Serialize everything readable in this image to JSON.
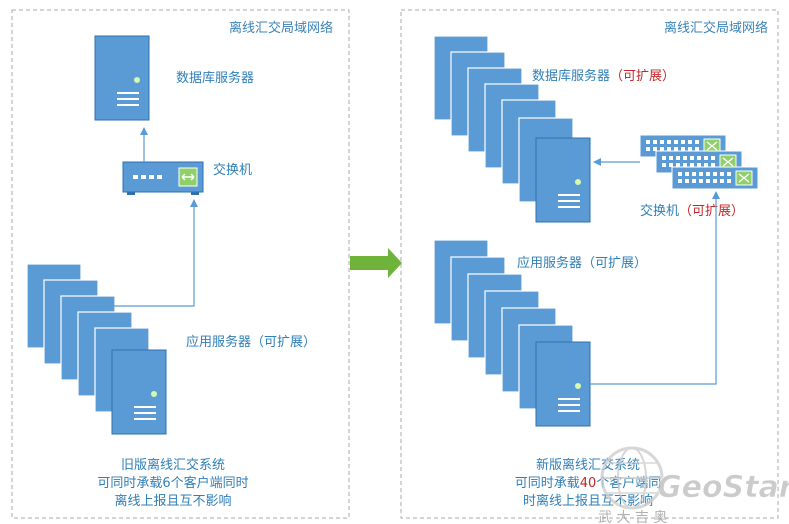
{
  "colors": {
    "panel_title": "#3b82b8",
    "label": "#2f7fb8",
    "extensible": "#c0282d",
    "server_fill": "#5b9bd5",
    "server_stroke": "#2f6fae",
    "line": "#5b9bd5",
    "arrow_green": "#6fb33a",
    "border": "#aaaaaa",
    "bottom_text": "#2f7fb8"
  },
  "left_panel": {
    "title": "离线汇交局域网络",
    "db_label": "数据库服务器",
    "switch_label": "交换机",
    "app_label": "应用服务器（可扩展）",
    "caption": [
      "旧版离线汇交系统",
      "可同时承载6个客户端同时",
      "离线上报且互不影响"
    ]
  },
  "right_panel": {
    "title": "离线汇交局域网络",
    "db_label": "数据库服务器",
    "db_label_ext": "（可扩展）",
    "switch_label": "交换机",
    "switch_label_ext": "（可扩展）",
    "app_label": "应用服务器（可扩展）",
    "caption_line1": "新版离线汇交系统",
    "caption_line2_a": "可同时承载",
    "caption_line2_b": "40",
    "caption_line2_c": "个客户端同",
    "caption_line3": "时离线上报且互不影响"
  },
  "watermark": {
    "text": "GeoStar",
    "sub": "武 大 吉 奥"
  },
  "icons": {
    "server": "server-icon",
    "switch": "network-switch-icon",
    "arrow": "transition-arrow-icon",
    "globe": "globe-logo-icon"
  }
}
